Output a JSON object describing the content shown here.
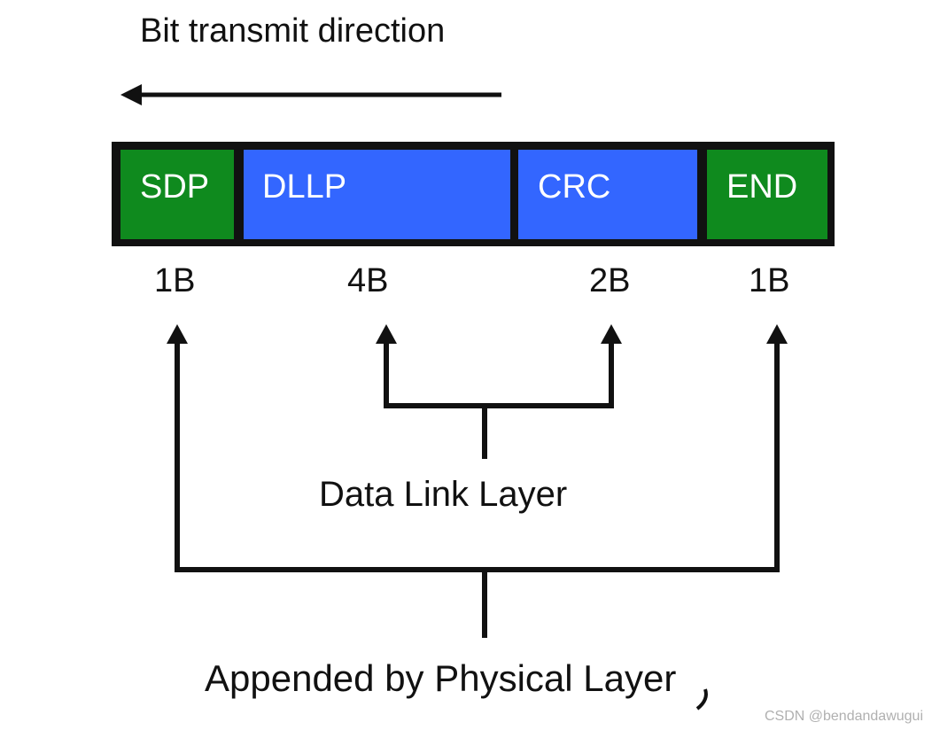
{
  "title": "Bit transmit direction",
  "colors": {
    "physical": "#0f8a1e",
    "datalink": "#3366ff",
    "border": "#111111"
  },
  "segments": [
    {
      "label": "SDP",
      "size": "1B",
      "layer": "physical"
    },
    {
      "label": "DLLP",
      "size": "4B",
      "layer": "datalink"
    },
    {
      "label": "CRC",
      "size": "2B",
      "layer": "datalink"
    },
    {
      "label": "END",
      "size": "1B",
      "layer": "physical"
    }
  ],
  "data_link_label": "Data Link Layer",
  "physical_label": "Appended by Physical Layer",
  "watermark": "CSDN @bendandawugui"
}
